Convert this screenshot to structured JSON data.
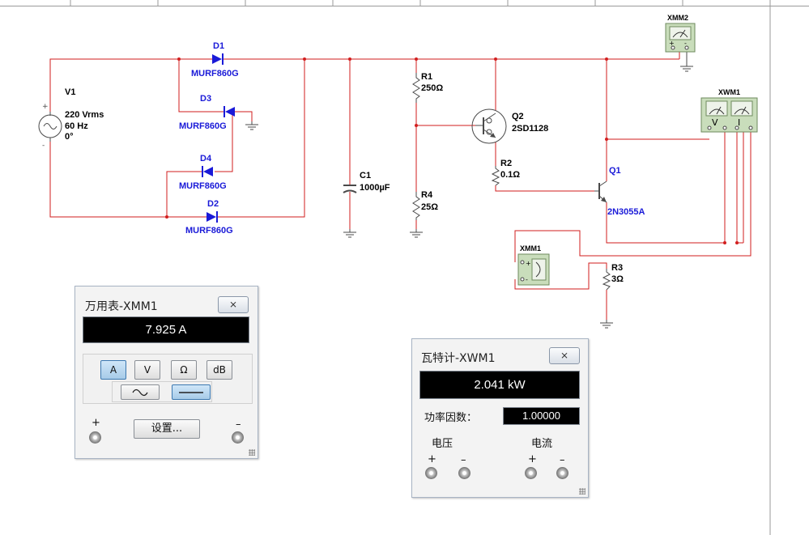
{
  "components": {
    "v1": {
      "ref": "V1",
      "line1": "220 Vrms",
      "line2": "60 Hz",
      "line3": "0°"
    },
    "d1": {
      "ref": "D1",
      "model": "MURF860G"
    },
    "d2": {
      "ref": "D2",
      "model": "MURF860G"
    },
    "d3": {
      "ref": "D3",
      "model": "MURF860G"
    },
    "d4": {
      "ref": "D4",
      "model": "MURF860G"
    },
    "c1": {
      "ref": "C1",
      "value": "1000µF"
    },
    "r1": {
      "ref": "R1",
      "value": "250Ω"
    },
    "r2": {
      "ref": "R2",
      "value": "0.1Ω"
    },
    "r3": {
      "ref": "R3",
      "value": "3Ω"
    },
    "r4": {
      "ref": "R4",
      "value": "25Ω"
    },
    "q1": {
      "ref": "Q1",
      "model": "2N3055A"
    },
    "q2": {
      "ref": "Q2",
      "model": "2SD1128"
    },
    "xmm1": {
      "ref": "XMM1",
      "plus": "+",
      "minus": "-"
    },
    "xmm2": {
      "ref": "XMM2",
      "plus": "+",
      "minus": "-"
    },
    "xwm1": {
      "ref": "XWM1",
      "v": "V",
      "i": "I"
    }
  },
  "multimeter": {
    "title": "万用表-XMM1",
    "close": "⨯",
    "reading": "7.925 A",
    "buttons": {
      "a": "A",
      "v": "V",
      "ohm": "Ω",
      "db": "dB"
    },
    "settings": "设置...",
    "plus": "+",
    "minus": "–",
    "active_mode": "A",
    "active_waveform": "DC"
  },
  "wattmeter": {
    "title": "瓦特计-XWM1",
    "close": "⨯",
    "reading": "2.041 kW",
    "pf_label": "功率因数：",
    "pf_value": "1.00000",
    "voltage_label": "电压",
    "current_label": "电流",
    "plus": "+",
    "minus": "–"
  },
  "colors": {
    "wire": "#d21e1e",
    "component": "#1a1ad8",
    "ground": "#4a4a4a"
  }
}
